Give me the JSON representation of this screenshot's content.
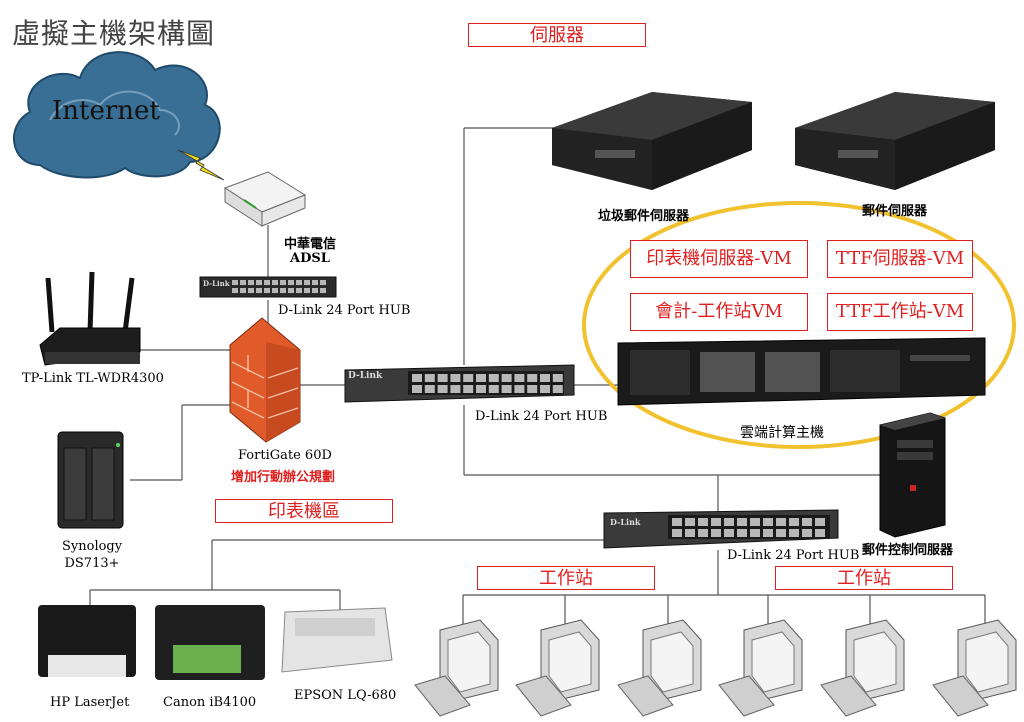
{
  "title": "虛擬主機架構圖",
  "sections": {
    "server": "伺服器",
    "printer": "印表機區",
    "workstation_left": "工作站",
    "workstation_right": "工作站"
  },
  "vms": {
    "print_vm": "印表機伺服器-VM",
    "ttf_server_vm": "TTF伺服器-VM",
    "accounting_vm": "會計-工作站VM",
    "ttf_workstation_vm": "TTF工作站-VM"
  },
  "labels": {
    "internet": "Internet",
    "cht": "中華電信",
    "adsl": "ADSL",
    "hub_top": "D-Link 24 Port HUB",
    "hub_mid": "D-Link 24 Port HUB",
    "hub_bottom": "D-Link 24 Port HUB",
    "router": "TP-Link TL-WDR4300",
    "firewall": "FortiGate 60D",
    "firewall_note": "增加行動辦公規劃",
    "nas_line1": "Synology",
    "nas_line2": "DS713+",
    "spam_server": "垃圾郵件伺服器",
    "mail_server": "郵件伺服器",
    "cloud_host": "雲端計算主機",
    "mail_control": "郵件控制伺服器",
    "printer1": "HP LaserJet",
    "printer2": "Canon iB4100",
    "printer3": "EPSON LQ-680",
    "hub_brand": "D-Link"
  },
  "colors": {
    "accent_red": "#e02020",
    "ellipse": "#f2c12e",
    "cloud": "#3a6f95",
    "firewall": "#e05a2a"
  }
}
